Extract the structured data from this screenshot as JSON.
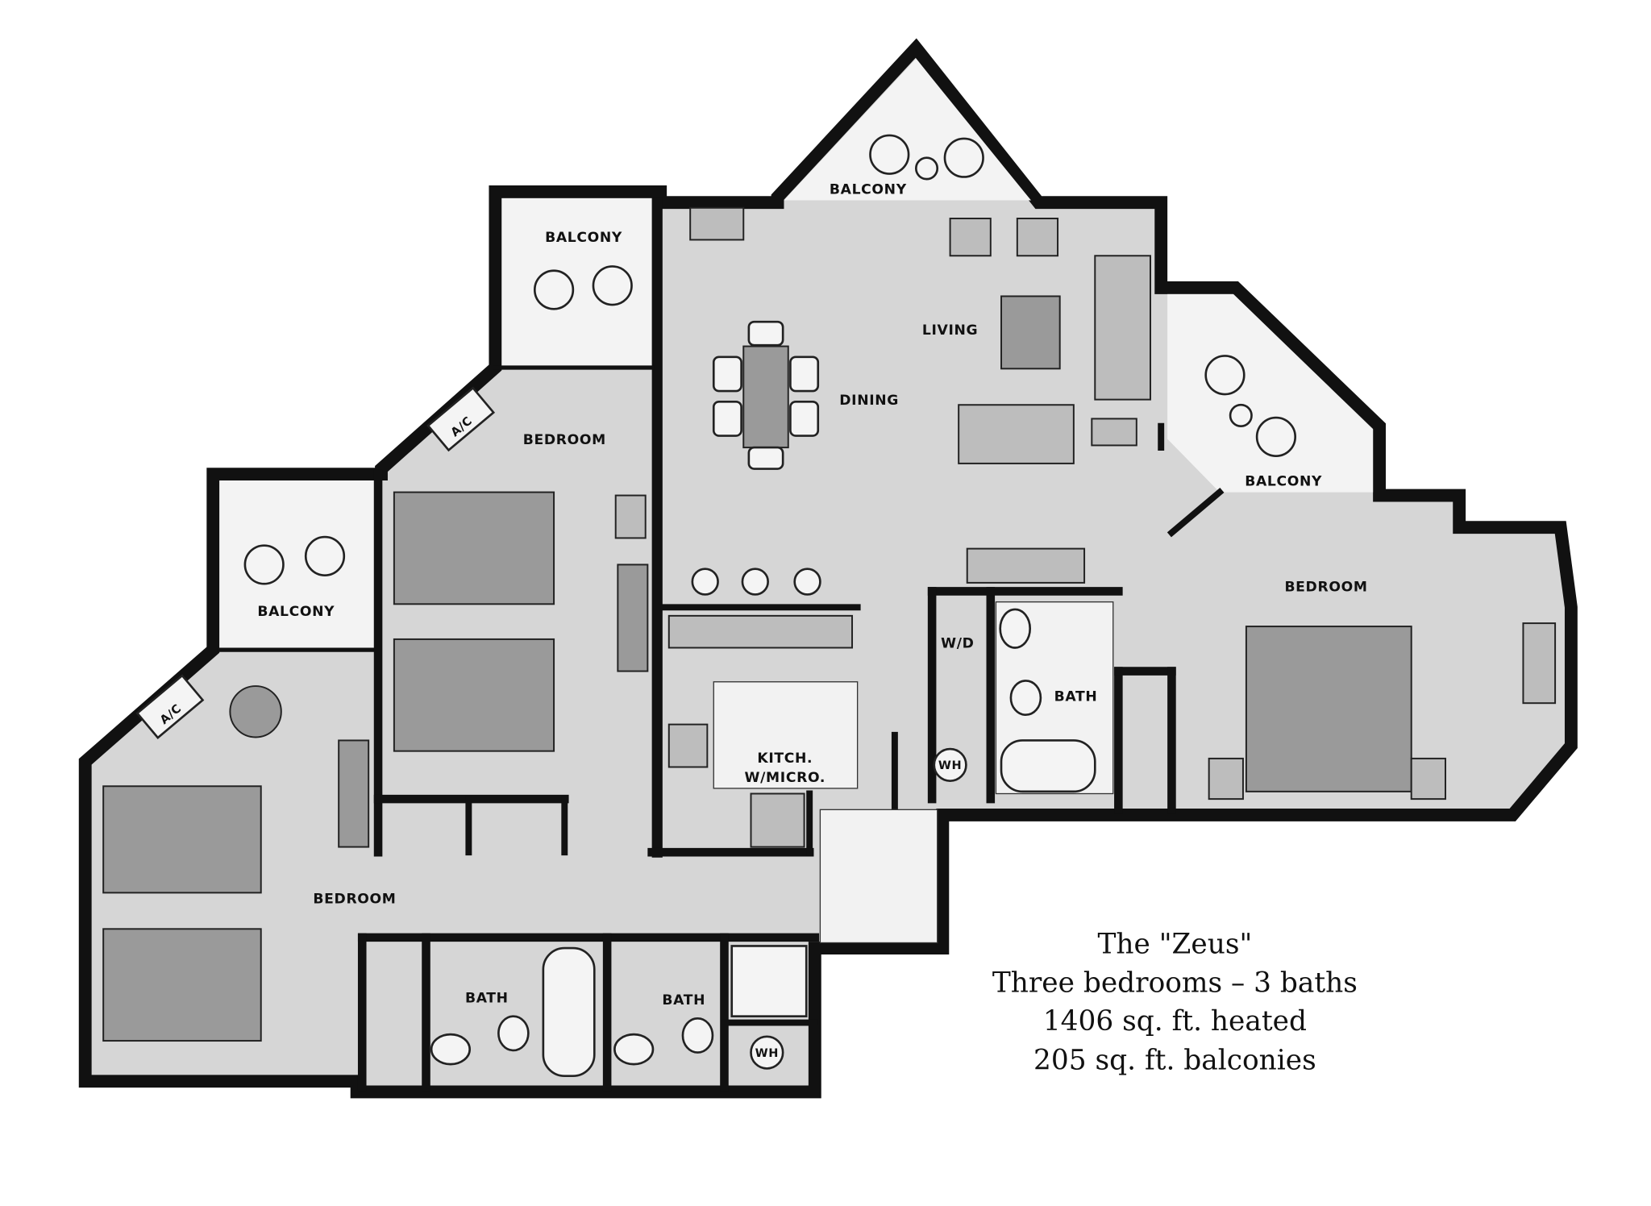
{
  "plan": {
    "rooms": {
      "balcony_upper_left": "BALCONY",
      "balcony_top": "BALCONY",
      "balcony_left": "BALCONY",
      "balcony_right": "BALCONY",
      "bedroom_upper": "BEDROOM",
      "bedroom_left": "BEDROOM",
      "bedroom_right": "BEDROOM",
      "living": "LIVING",
      "dining": "DINING",
      "kitchen_line1": "KITCH.",
      "kitchen_line2": "W/MICRO.",
      "bath_center": "BATH",
      "bath_bottom_left": "BATH",
      "bath_bottom_right": "BATH"
    },
    "fixtures": {
      "washer_dryer": "W/D",
      "water_heater_center": "WH",
      "water_heater_bottom": "WH",
      "ac_upper": "A/C",
      "ac_left": "A/C"
    }
  },
  "caption": {
    "title": "The \"Zeus\"",
    "line2": "Three bedrooms – 3 baths",
    "line3": "1406 sq. ft. heated",
    "line4": "205 sq. ft. balconies"
  },
  "colors": {
    "floor": "#d6d6d6",
    "balcony": "#f3f3f3",
    "wall": "#111111"
  }
}
